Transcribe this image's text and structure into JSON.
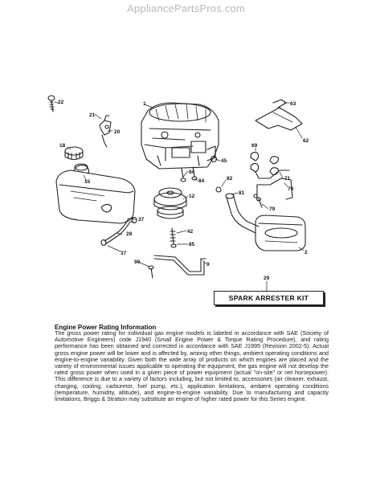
{
  "site": {
    "title": "AppliancePartsPros.com"
  },
  "parts": [
    "22",
    "21",
    "20",
    "1",
    "18",
    "15",
    "37",
    "28",
    "37",
    "90",
    "9",
    "12",
    "42",
    "85",
    "84",
    "84",
    "45",
    "82",
    "81",
    "69",
    "71",
    "70",
    "79",
    "2",
    "63",
    "62",
    "29"
  ],
  "kit_box": {
    "label": "SPARK ARRESTER KIT"
  },
  "note": {
    "title": "Engine Power Rating Information",
    "body": "The gross power rating for individual gas engine models is labeled in accordance with SAE (Society of Automotive Engineers) code J1940 (Small Engine Power & Torque Rating Procedure), and rating performance has been obtained and corrected in accordance with SAE J1995 (Revision 2002-5). Actual gross engine power will be lower and is affected by, among other things, ambient operating conditions and engine-to-engine variability. Given both the wide array of products on which engines are placed and the variety of environmental issues applicable to operating the equipment, the gas engine will not develop the rated gross power when used in a given piece of power equipment (actual \"on-site\" or net horsepower). This difference is due to a variety of factors including, but not limited to, accessories (air cleaner, exhaust, charging, cooling, carburetor, fuel pump, etc.), application limitations, ambient operating conditions (temperature, humidity, altitude), and engine-to-engine variability. Due to manufacturing and capacity limitations, Briggs & Stratton may substitute an engine of higher rated power for this Series engine."
  }
}
